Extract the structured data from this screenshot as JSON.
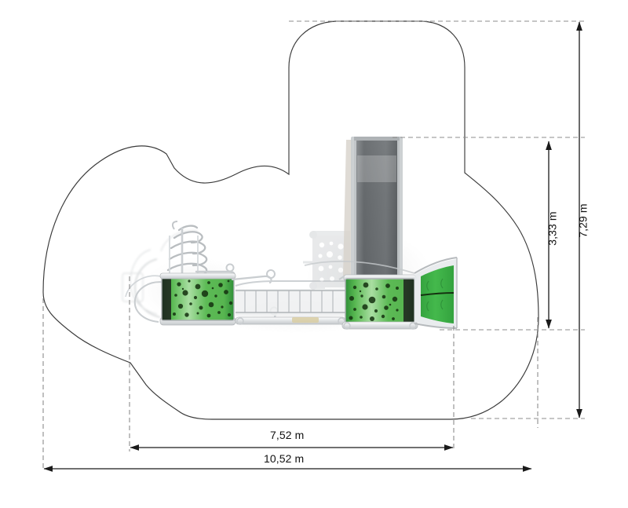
{
  "drawing": {
    "type": "playground-safety-zone-plan",
    "background_color": "#ffffff",
    "outline_color": "#3a3a3a",
    "dimension_color": "#1a1a1a",
    "extension_line_color": "#8c8c8c"
  },
  "dimensions": {
    "total_width": "10,52 m",
    "equipment_width": "7,52 m",
    "total_depth": "7,29 m",
    "equipment_depth": "3,33 m"
  },
  "equipment": {
    "left_platform_label": "left-deck-green-perforated-panel",
    "right_platform_label": "right-deck-green-perforated-panel",
    "spiral_climber_label": "spiral-climber",
    "bridge_label": "metal-walkway-bridge",
    "slide_label": "slide",
    "slide_exit_panel_label": "curved-green-slide-panel",
    "perforated_wall_label": "perforated-play-wall"
  },
  "colors": {
    "green_panel": "#4fae4a",
    "green_panel_light": "#9ed89a",
    "green_solid": "#3cb54a",
    "green_dark": "#2e8b3a",
    "metal_light": "#e8e9ea",
    "metal_mid": "#b9bcbe",
    "metal_dark": "#6f7376",
    "slide_gray": "#6a6e71",
    "shadow_gray": "#dcdcdc"
  }
}
